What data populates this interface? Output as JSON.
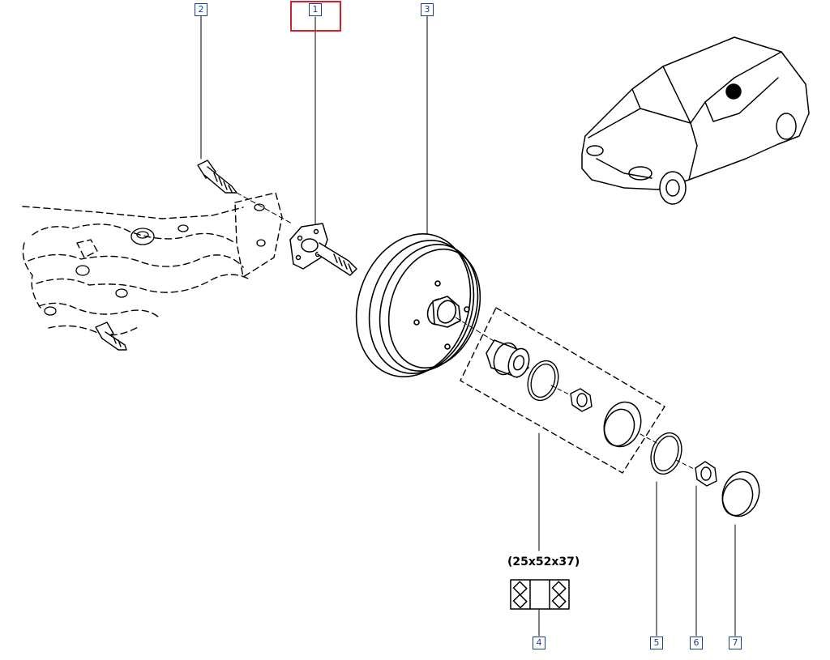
{
  "callouts": [
    {
      "id": "1",
      "label": "1",
      "highlighted": true
    },
    {
      "id": "2",
      "label": "2"
    },
    {
      "id": "3",
      "label": "3"
    },
    {
      "id": "4",
      "label": "4"
    },
    {
      "id": "5",
      "label": "5"
    },
    {
      "id": "6",
      "label": "6"
    },
    {
      "id": "7",
      "label": "7"
    }
  ],
  "bearing_dimensions": "(25x52x37)",
  "colors": {
    "callout_label": "#1b3f8f",
    "highlight": "#d4202c",
    "line": "#000000"
  },
  "icons": [
    "car-locator-icon",
    "bearing-symbol-icon"
  ]
}
